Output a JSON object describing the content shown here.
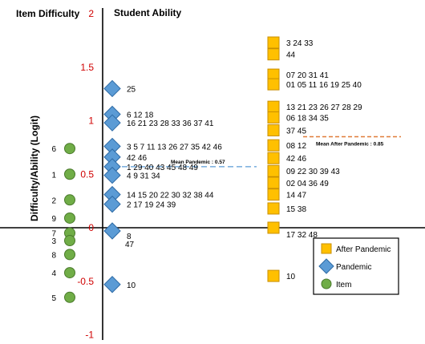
{
  "chart_data": {
    "type": "scatter",
    "title_left": "Item Difficulty",
    "title_right": "Student Ability",
    "ylabel": "Difficulty/Ability (Logit)",
    "ylim": [
      -1,
      2
    ],
    "yticks": [
      "2",
      "1.5",
      "1",
      "0.5",
      "0",
      "-0.5",
      "-1"
    ],
    "colors": {
      "after": "#FFC000",
      "after_edge": "#C98F00",
      "pandemic": "#5B9BD5",
      "pandemic_edge": "#2E6BA6",
      "item": "#70AD47",
      "item_edge": "#4A7A2C",
      "tick": "#D00000",
      "mean_after": "#E07B39",
      "mean_pandemic": "#5B9BD5"
    },
    "legend": {
      "position": "bottom-right",
      "items": [
        {
          "label": "After Pandemic",
          "marker": "square"
        },
        {
          "label": "Pandemic",
          "marker": "diamond"
        },
        {
          "label": "Item",
          "marker": "circle"
        }
      ]
    },
    "mean_lines": [
      {
        "label": "Mean After Pandemic : 0.85",
        "y": 0.85,
        "series": "after"
      },
      {
        "label": "Mean  Pandemic : 0.57",
        "y": 0.57,
        "series": "pandemic"
      }
    ],
    "series": [
      {
        "name": "Item",
        "marker": "circle",
        "points": [
          {
            "y": 0.74,
            "label": "6"
          },
          {
            "y": 0.5,
            "label": "1"
          },
          {
            "y": 0.26,
            "label": "2"
          },
          {
            "y": 0.09,
            "label": "9"
          },
          {
            "y": -0.05,
            "label": "7"
          },
          {
            "y": -0.12,
            "label": "3"
          },
          {
            "y": -0.25,
            "label": "8"
          },
          {
            "y": -0.42,
            "label": "4"
          },
          {
            "y": -0.65,
            "label": "5"
          }
        ]
      },
      {
        "name": "Pandemic",
        "marker": "diamond",
        "points": [
          {
            "y": 1.3,
            "label": "25"
          },
          {
            "y": 1.06,
            "label": "6   12 18"
          },
          {
            "y": 0.98,
            "label": "16   21 23  28  33  36  37  41"
          },
          {
            "y": 0.76,
            "label": "3    5  7  11  13  26  27  35  42  46"
          },
          {
            "y": 0.66,
            "label": "42  46"
          },
          {
            "y": 0.57,
            "label": "1    29  40  43  45  48  49"
          },
          {
            "y": 0.49,
            "label": "4    9  31  34"
          },
          {
            "y": 0.31,
            "label": "14  15  20  22  30  32  38  44"
          },
          {
            "y": 0.22,
            "label": "2    17  19  24  39"
          },
          {
            "y": -0.03,
            "label": "8"
          },
          {
            "y": -0.15,
            "label": "47"
          },
          {
            "y": -0.53,
            "label": "10"
          }
        ]
      },
      {
        "name": "After Pandemic",
        "marker": "square",
        "points": [
          {
            "y": 1.73,
            "label": "3  24  33"
          },
          {
            "y": 1.62,
            "label": "44"
          },
          {
            "y": 1.43,
            "label": "07  20  31  41"
          },
          {
            "y": 1.34,
            "label": "01  05  11  16  19  25  40"
          },
          {
            "y": 1.13,
            "label": "13  21  23  26  27  28  29"
          },
          {
            "y": 1.03,
            "label": "06  18  34  35"
          },
          {
            "y": 0.91,
            "label": "37  45"
          },
          {
            "y": 0.77,
            "label": "08  12"
          },
          {
            "y": 0.65,
            "label": "42  46"
          },
          {
            "y": 0.53,
            "label": "09  22  30  39  43"
          },
          {
            "y": 0.42,
            "label": "02  04  36  49"
          },
          {
            "y": 0.31,
            "label": "14  47"
          },
          {
            "y": 0.18,
            "label": "15  38"
          },
          {
            "y": 0.0,
            "label": "17  32  48"
          },
          {
            "y": -0.45,
            "label": "10"
          }
        ]
      }
    ]
  }
}
